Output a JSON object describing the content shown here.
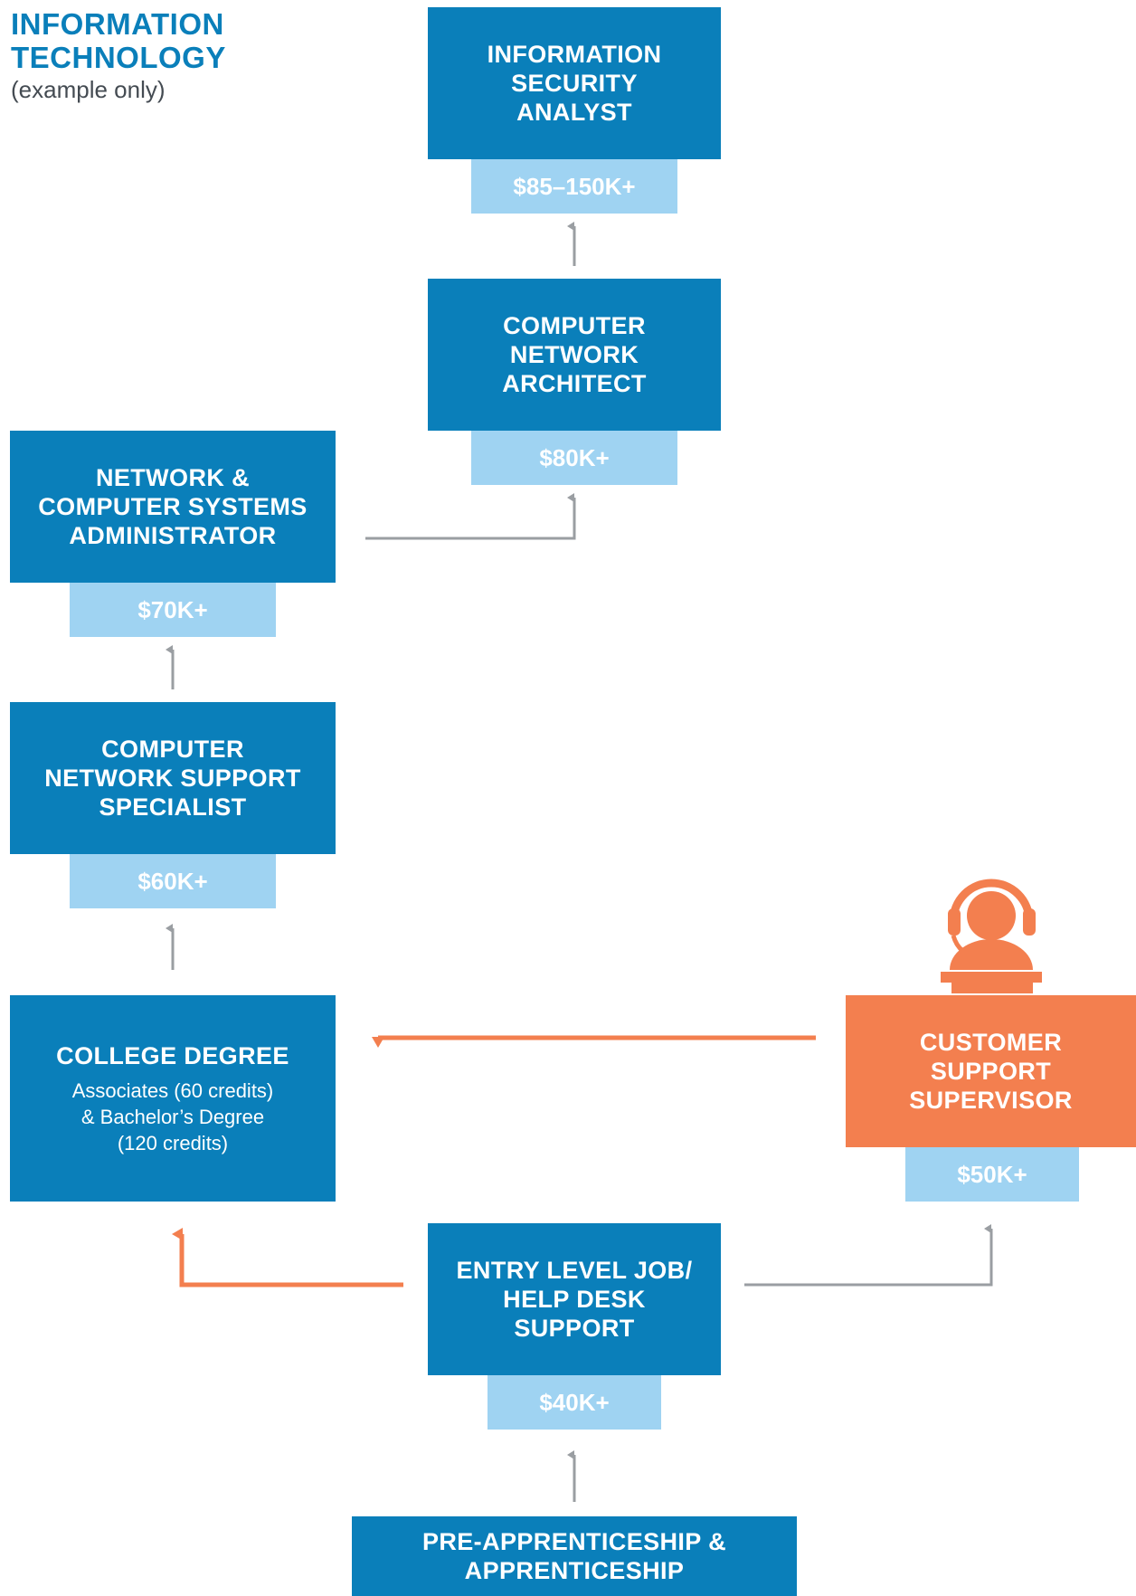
{
  "header": {
    "title": "INFORMATION\nTECHNOLOGY",
    "subtitle": "(example only)"
  },
  "colors": {
    "primary": "#0a7fba",
    "accent": "#f37f4f",
    "salary_bg": "#9fd3f2",
    "arrow_gray": "#9a9ea2"
  },
  "nodes": {
    "information_security_analyst": {
      "title": "INFORMATION\nSECURITY\nANALYST",
      "salary": "$85–150K+"
    },
    "computer_network_architect": {
      "title": "COMPUTER\nNETWORK\nARCHITECT",
      "salary": "$80K+"
    },
    "network_systems_administrator": {
      "title": "NETWORK &\nCOMPUTER SYSTEMS\nADMINISTRATOR",
      "salary": "$70K+"
    },
    "network_support_specialist": {
      "title": "COMPUTER\nNETWORK SUPPORT\nSPECIALIST",
      "salary": "$60K+"
    },
    "college_degree": {
      "title": "COLLEGE DEGREE",
      "detail": "Associates (60 credits)\n& Bachelor’s Degree\n(120 credits)"
    },
    "customer_support_supervisor": {
      "title": "CUSTOMER\nSUPPORT\nSUPERVISOR",
      "salary": "$50K+",
      "icon": "headset-agent-icon"
    },
    "entry_level_help_desk": {
      "title": "ENTRY LEVEL JOB/\nHELP DESK\nSUPPORT",
      "salary": "$40K+"
    },
    "pre_apprenticeship": {
      "title": "PRE-APPRENTICESHIP &\nAPPRENTICESHIP"
    }
  }
}
